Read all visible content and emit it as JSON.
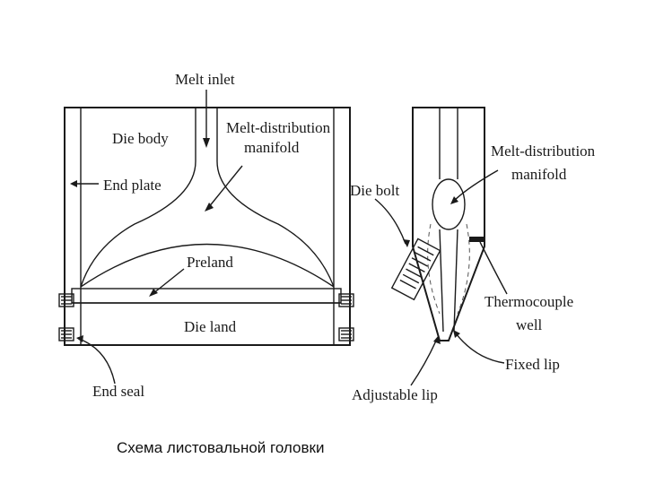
{
  "labels": {
    "melt_inlet": "Melt inlet",
    "die_body": "Die body",
    "melt_distribution_manifold_front": [
      "Melt-distribution",
      "manifold"
    ],
    "end_plate": "End plate",
    "preland": "Preland",
    "die_land": "Die land",
    "end_seal": "End seal",
    "die_bolt": "Die bolt",
    "melt_distribution_manifold_side": [
      "Melt-distribution",
      "manifold"
    ],
    "thermocouple_well": [
      "Thermocouple",
      "well"
    ],
    "fixed_lip": "Fixed lip",
    "adjustable_lip": "Adjustable lip"
  },
  "caption": "Схема листовальной головки",
  "colors": {
    "line": "#1a1a1a",
    "text": "#1a1a1a",
    "background": "#ffffff"
  }
}
